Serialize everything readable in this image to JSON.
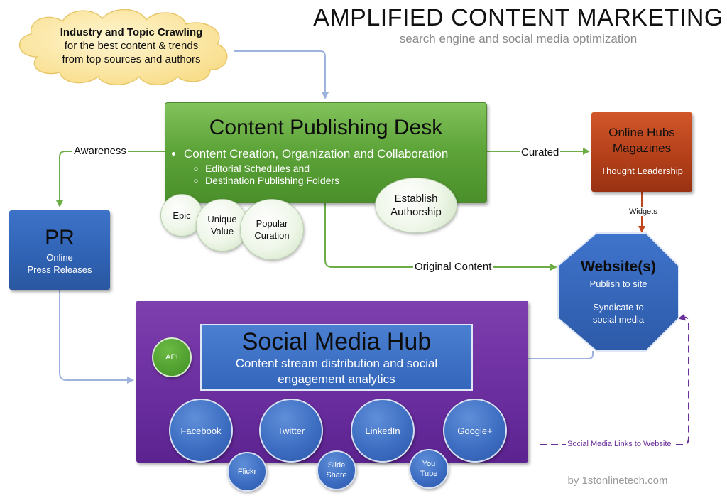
{
  "header": {
    "title": "AMPLIFIED CONTENT MARKETING",
    "subtitle": "search engine and social media optimization"
  },
  "cloud": {
    "line1": "Industry and Topic Crawling",
    "line2": "for the best content & trends",
    "line3": "from top sources and authors"
  },
  "desk": {
    "title": "Content Publishing Desk",
    "item": "Content Creation, Organization and Collaboration",
    "subitems": [
      "Editorial Schedules and",
      "Destination Publishing Folders"
    ]
  },
  "desk_bubbles": {
    "epic": "Epic",
    "unique_1": "Unique",
    "unique_2": "Value",
    "popular_1": "Popular",
    "popular_2": "Curation",
    "authorship_1": "Establish",
    "authorship_2": "Authorship"
  },
  "hubs": {
    "title_1": "Online Hubs",
    "title_2": "Magazines",
    "subtitle": "Thought Leadership"
  },
  "pr": {
    "title": "PR",
    "line1": "Online",
    "line2": "Press Releases"
  },
  "website": {
    "title": "Website(s)",
    "line1": "Publish to site",
    "line2": "Syndicate to",
    "line3": "social media"
  },
  "hub": {
    "title": "Social Media Hub",
    "line1": "Content stream distribution and social",
    "line2": "engagement analytics",
    "api": "API",
    "networks": [
      "Facebook",
      "Twitter",
      "LinkedIn",
      "Google+"
    ],
    "flickr": "Flickr",
    "slideshare_1": "Slide",
    "slideshare_2": "Share",
    "youtube_1": "You",
    "youtube_2": "Tube"
  },
  "connectors": {
    "awareness": "Awareness",
    "curated": "Curated",
    "widgets": "Widgets",
    "original": "Original Content",
    "social_links": "Social Media Links to Website"
  },
  "footer": {
    "credit": "by 1stonlinetech.com"
  },
  "colors": {
    "green": "#5ea53a",
    "red_orange": "#b4401a",
    "blue": "#3466bb",
    "purple": "#6c2fa0",
    "arrow_blue": "#9db3dd",
    "cloud": "#fde9a8"
  }
}
